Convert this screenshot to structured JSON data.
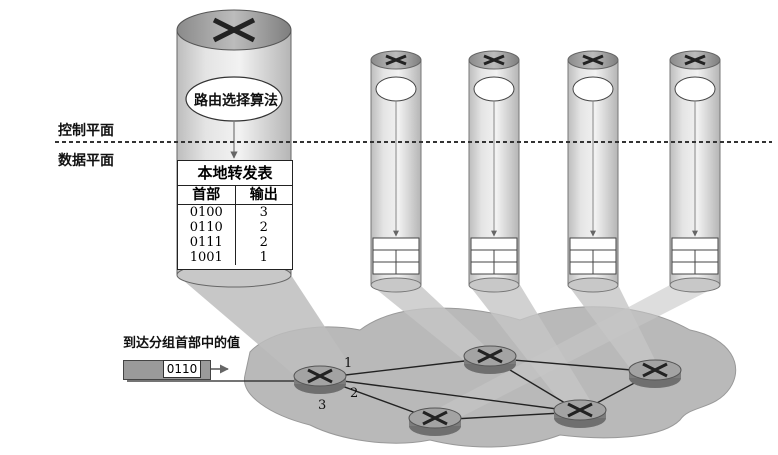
{
  "labels": {
    "control_plane": "控制平面",
    "data_plane": "数据平面",
    "routing_algorithm": "路由选择算法",
    "header_value_label": "到达分组首部中的值",
    "packet_header_value": "0110"
  },
  "forwarding_table": {
    "title": "本地转发表",
    "headers": [
      "首部",
      "输出"
    ],
    "rows": [
      [
        "0100",
        "3"
      ],
      [
        "0110",
        "2"
      ],
      [
        "0111",
        "2"
      ],
      [
        "1001",
        "1"
      ]
    ]
  },
  "ports": [
    "1",
    "2",
    "3"
  ],
  "icons": {
    "router": "router-cross-icon"
  },
  "colors": {
    "cylinder": "#d8d8d8",
    "cloud": "#b9b9b9",
    "router": "#8c8c8c"
  }
}
